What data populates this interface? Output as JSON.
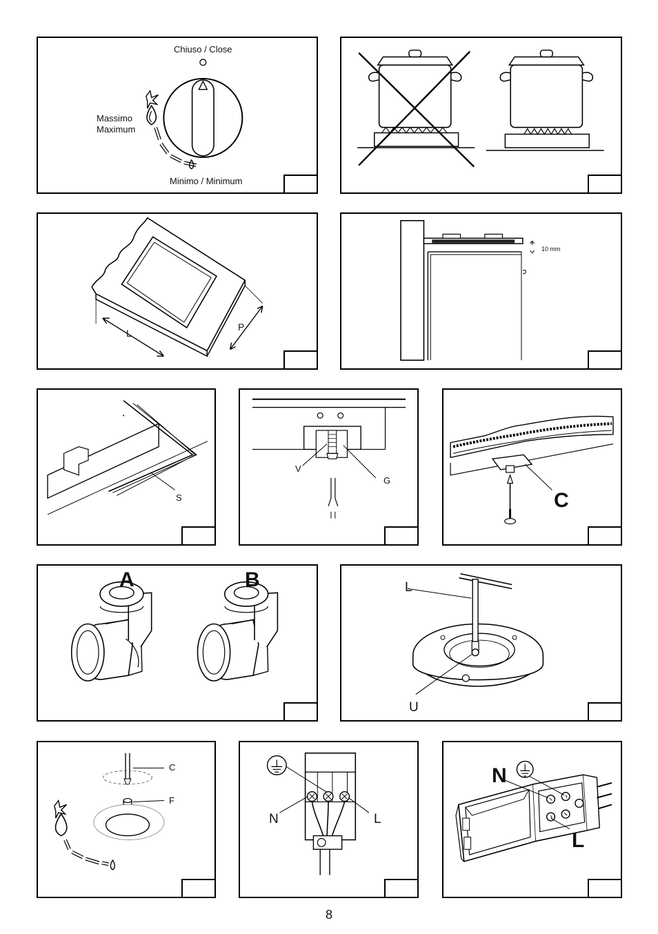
{
  "page_number": "8",
  "fig_knob": {
    "closed_label": "Chiuso / Close",
    "max_label_it": "Massimo",
    "max_label_en": "Maximum",
    "min_label": "Minimo / Minimum"
  },
  "fig_cutout": {
    "length_label": "L",
    "depth_label": "P"
  },
  "fig_clearance": {
    "distance_label": "10 mm"
  },
  "fig_seal": {
    "seal_label": "S"
  },
  "fig_screw": {
    "screw_label": "V",
    "nut_label": "G"
  },
  "fig_clip": {
    "clip_label": "C"
  },
  "fig_fittings": {
    "fitting_a_label": "A",
    "fitting_b_label": "B"
  },
  "fig_burner": {
    "key_label": "L",
    "nozzle_label": "U"
  },
  "fig_adjust": {
    "screwdriver_label": "C",
    "shaft_label": "F"
  },
  "fig_wiring": {
    "neutral_label": "N",
    "line_label": "L"
  },
  "fig_terminal": {
    "neutral_label": "N",
    "line_label": "L"
  }
}
